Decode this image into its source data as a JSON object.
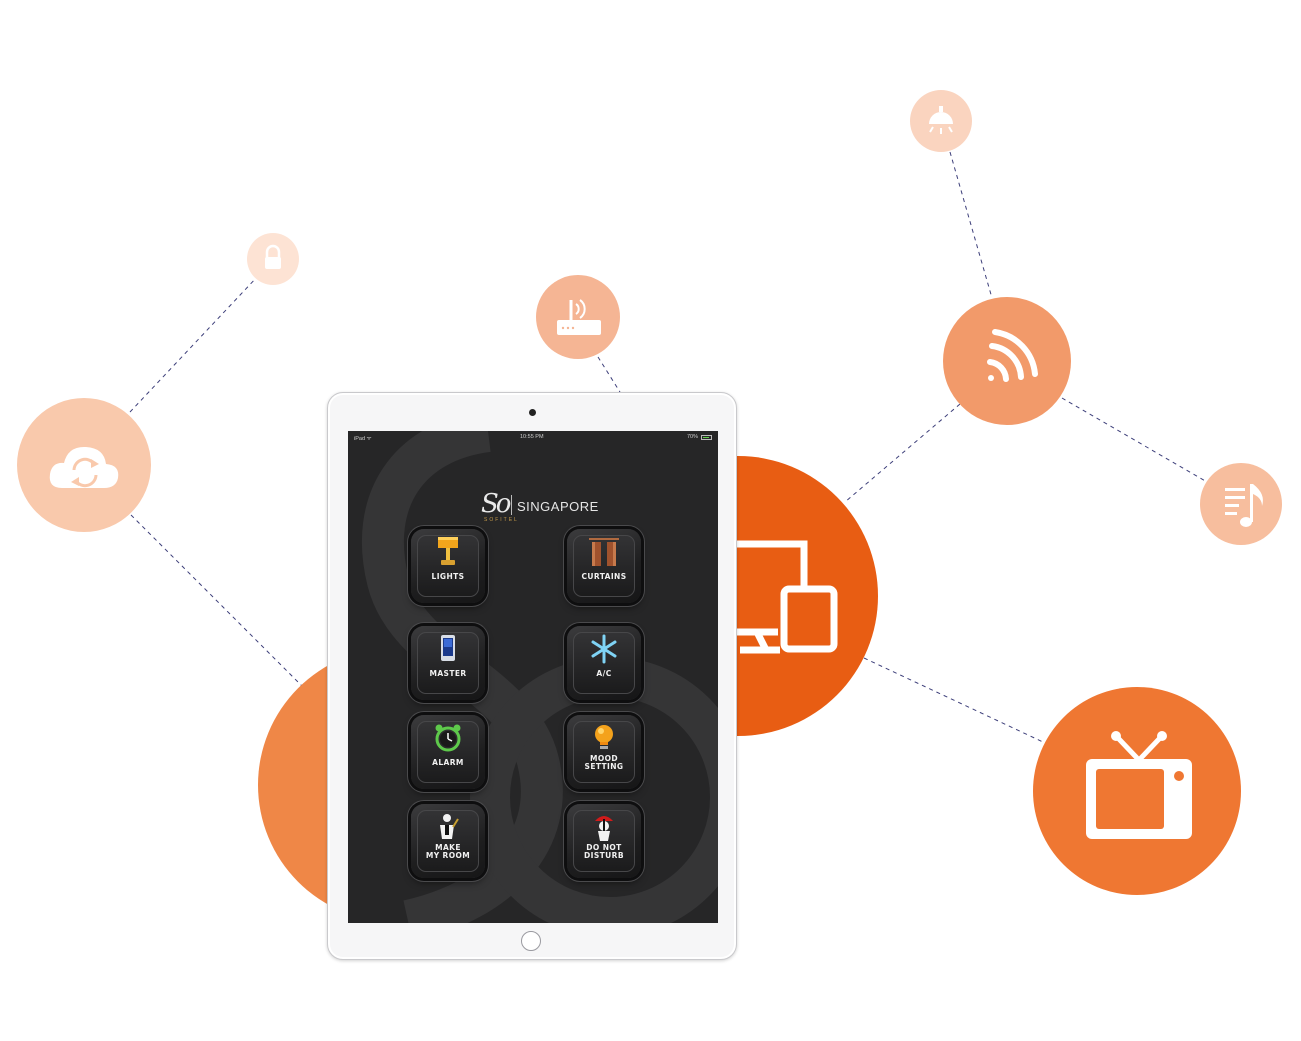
{
  "ipad": {
    "status_bar": {
      "left": "iPad ᯤ",
      "time": "10:55 PM",
      "battery": "70%"
    },
    "brand": {
      "mark": "So",
      "city": "SINGAPORE",
      "sub": "SOFITEL"
    },
    "tiles": [
      {
        "label": "LIGHTS",
        "icon": "lamp-icon"
      },
      {
        "label": "CURTAINS",
        "icon": "curtains-icon"
      },
      {
        "label": "MASTER",
        "icon": "phone-switch-icon"
      },
      {
        "label": "A/C",
        "icon": "snowflake-icon"
      },
      {
        "label": "ALARM",
        "icon": "alarm-clock-icon"
      },
      {
        "label": "MOOD\nSETTING",
        "icon": "lightbulb-icon"
      },
      {
        "label": "MAKE\nMY ROOM",
        "icon": "butler-icon"
      },
      {
        "label": "DO NOT\nDISTURB",
        "icon": "shush-icon"
      }
    ]
  },
  "nodes": [
    {
      "name": "cloud-sync-node",
      "icon": "cloud-sync-icon",
      "color": "#f9c9ac"
    },
    {
      "name": "lock-node",
      "icon": "lock-icon",
      "color": "#fde3d4"
    },
    {
      "name": "router-node",
      "icon": "wifi-router-icon",
      "color": "#f5b594"
    },
    {
      "name": "ceiling-light-node",
      "icon": "ceiling-lamp-icon",
      "color": "#fad4bf"
    },
    {
      "name": "wireless-node",
      "icon": "wireless-signal-icon",
      "color": "#f29a6a"
    },
    {
      "name": "music-node",
      "icon": "music-playlist-icon",
      "color": "#f7be9e"
    },
    {
      "name": "devices-node",
      "icon": "desktop-tablet-icon",
      "color": "#e85d13"
    },
    {
      "name": "tv-node",
      "icon": "television-icon",
      "color": "#ef7732"
    },
    {
      "name": "partial-left-node",
      "icon": "",
      "color": "#ef8747"
    }
  ]
}
